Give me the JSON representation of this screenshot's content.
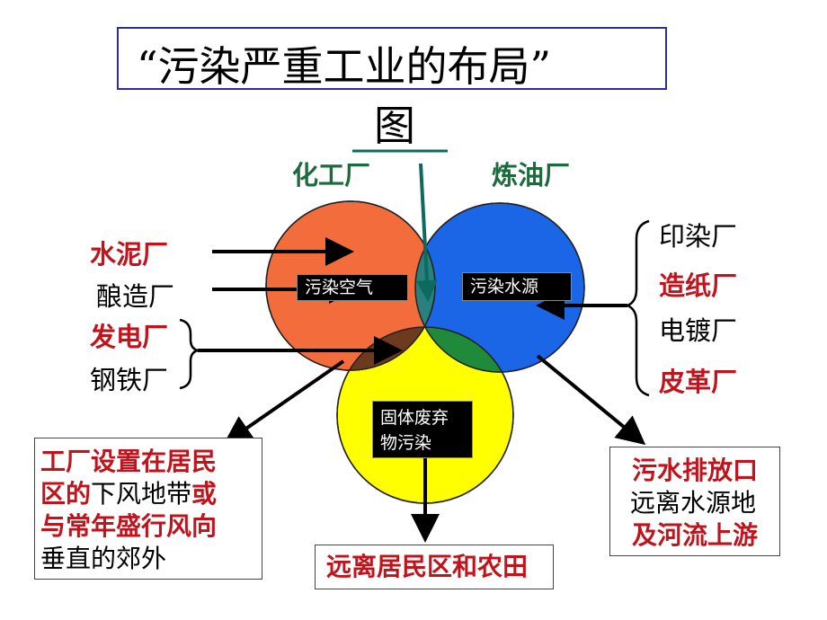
{
  "title": {
    "line1": "“污染严重工业的布局”",
    "line2": "图"
  },
  "top_labels": {
    "chemical": "化工厂",
    "refinery": "炼油厂"
  },
  "left_labels": {
    "cement": "水泥厂",
    "brewery": "酿造厂",
    "power": "发电厂",
    "steel": "钢铁厂"
  },
  "right_labels": {
    "dyeing": "印染厂",
    "paper": "造纸厂",
    "electroplating": "电镀厂",
    "leather": "皮革厂"
  },
  "circle_labels": {
    "air": "污染空气",
    "water": "污染水源",
    "solid_line1": "固体废弃",
    "solid_line2": "物污染"
  },
  "notes": {
    "left": {
      "seg1": "工厂设置在居民",
      "seg2": "区的",
      "seg3": "下风地带",
      "seg4": "或",
      "seg5": "与常年盛行风向",
      "seg6": "垂直的郊外"
    },
    "right": {
      "line1": "污水排放口",
      "line2": "远离水源地",
      "line3": "及河流上游"
    },
    "bottom": "远离居民区和农田"
  },
  "colors": {
    "air_circle": "#f26c3c",
    "water_circle": "#1a66e6",
    "solid_circle": "#ffff00",
    "air_water_overlap": "#2a7f7f",
    "air_solid_overlap": "#6b3a1f",
    "water_solid_overlap": "#1f8a3a",
    "label_green": "#1c6b3d",
    "label_red": "#c0131c",
    "title_border": "#2b2f9a"
  }
}
